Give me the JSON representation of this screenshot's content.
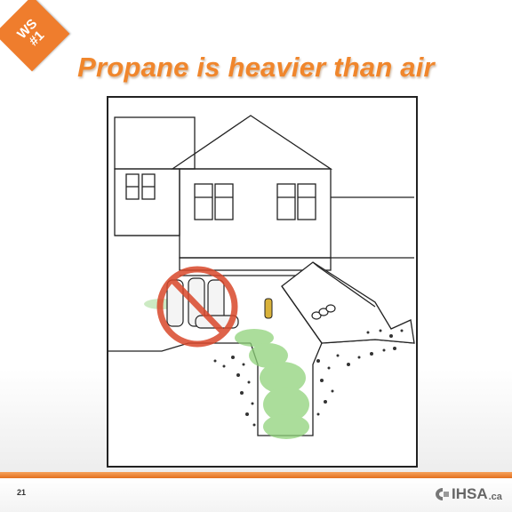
{
  "badge": {
    "line1": "WS",
    "line2": "#1"
  },
  "title": "Propane is heavier than air",
  "footer": {
    "page_number": "21",
    "logo_text": "IHSA",
    "logo_suffix": ".ca"
  },
  "colors": {
    "accent": "#ef7d2d",
    "title": "#f0862c",
    "prohibition": "#d9482b",
    "gas": "#8fd27a"
  },
  "icons": [
    "prohibition-icon",
    "propane-cylinder-icon",
    "ihsa-logo-icon"
  ]
}
